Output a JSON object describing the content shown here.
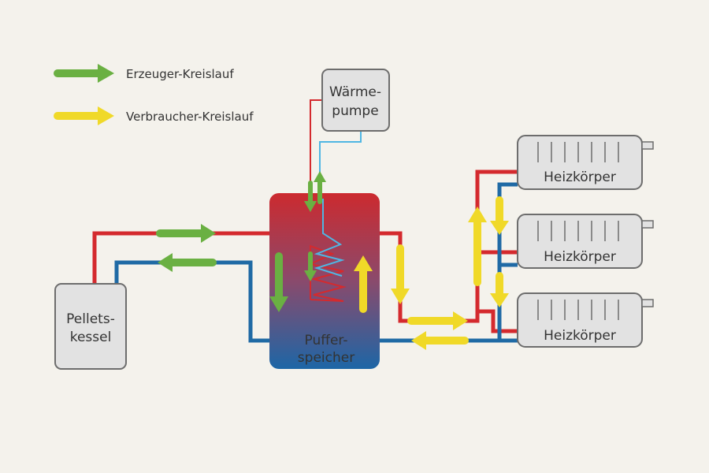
{
  "legend": {
    "producer_label": "Erzeuger-Kreislauf",
    "consumer_label": "Verbraucher-Kreislauf"
  },
  "components": {
    "heat_pump": {
      "line1": "Wärme-",
      "line2": "pumpe"
    },
    "pellet_boiler": {
      "line1": "Pellets-",
      "line2": "kessel"
    },
    "buffer_tank": {
      "line1": "Puffer-",
      "line2": "speicher"
    },
    "radiators": [
      {
        "label": "Heizkörper"
      },
      {
        "label": "Heizkörper"
      },
      {
        "label": "Heizkörper"
      }
    ]
  },
  "colors": {
    "background": "#f4f2ec",
    "supply_pipe": "#d42a2e",
    "return_pipe": "#1f6aa5",
    "heat_pump_return_pipe": "#4fb6e3",
    "producer_arrow": "#6ab042",
    "consumer_arrow": "#f0d928",
    "box_fill": "#e2e2e2",
    "box_stroke": "#6d6d6d",
    "tank_top": "#cc2a2f",
    "tank_bottom": "#1d66a6"
  },
  "icons": [
    "arrow-right",
    "arrow-left",
    "arrow-up",
    "arrow-down",
    "heating-coil",
    "radiator-fins"
  ]
}
